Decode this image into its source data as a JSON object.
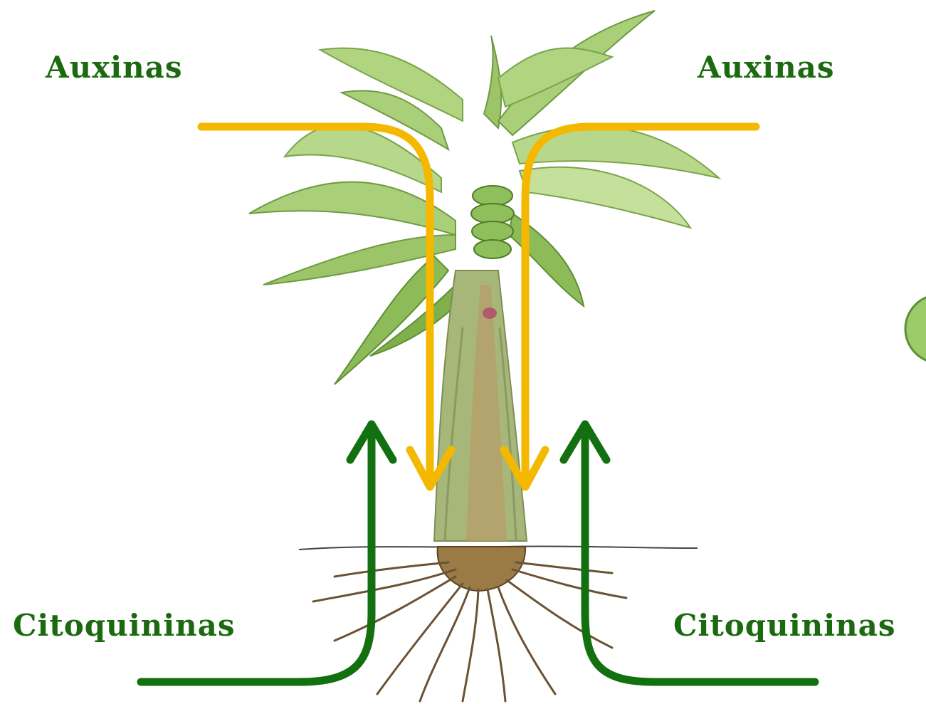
{
  "labels": {
    "auxin_left": "Auxinas",
    "auxin_right": "Auxinas",
    "cytokinin_left": "Citoquininas",
    "cytokinin_right": "Citoquininas"
  },
  "colors": {
    "auxin_arrow": "#f5b800",
    "cytokinin_arrow": "#137010",
    "label_text": "#1b6a10",
    "leaf": "#8fbf5a",
    "leaf_dark": "#5e8f34",
    "stem": "#a7b77a",
    "corm": "#9a7a45",
    "roots": "#6b5235",
    "soil_line": "#444444",
    "side_button": "#9ccc6a"
  },
  "icons": {
    "plant": "banana-plant-illustration",
    "side_control": "green-circle-icon"
  }
}
